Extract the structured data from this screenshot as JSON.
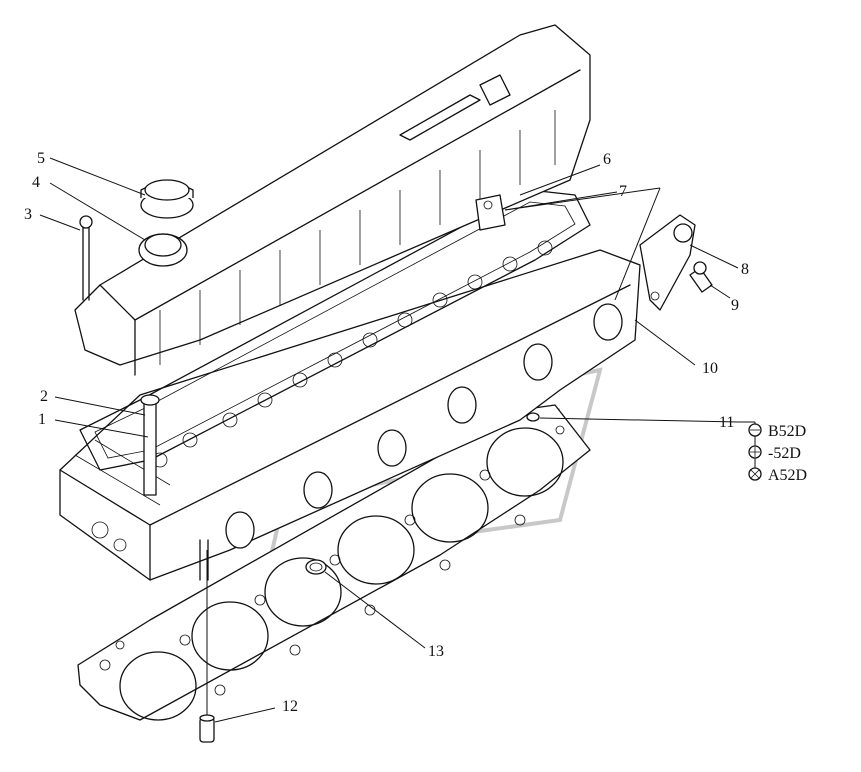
{
  "callouts": [
    {
      "id": "1",
      "label": "1"
    },
    {
      "id": "2",
      "label": "2"
    },
    {
      "id": "3",
      "label": "3"
    },
    {
      "id": "4",
      "label": "4"
    },
    {
      "id": "5",
      "label": "5"
    },
    {
      "id": "6",
      "label": "6"
    },
    {
      "id": "7",
      "label": "7"
    },
    {
      "id": "8",
      "label": "8"
    },
    {
      "id": "9",
      "label": "9"
    },
    {
      "id": "10",
      "label": "10"
    },
    {
      "id": "11",
      "label": "11"
    },
    {
      "id": "12",
      "label": "12"
    },
    {
      "id": "13",
      "label": "13"
    }
  ],
  "variants": [
    {
      "label": "B52D"
    },
    {
      "label": "-52D"
    },
    {
      "label": "A52D"
    }
  ]
}
